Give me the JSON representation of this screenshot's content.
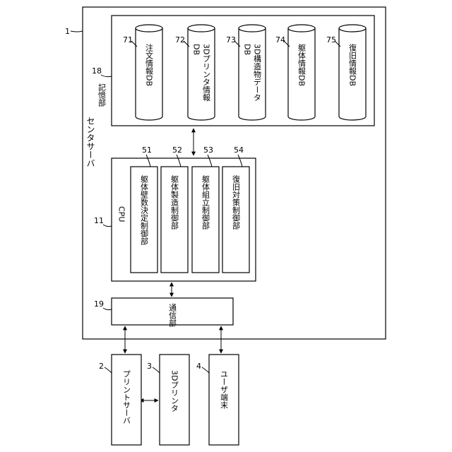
{
  "center_server": {
    "ref": "1",
    "label": "センタサーバ"
  },
  "storage": {
    "ref": "18",
    "label": "記憶部",
    "databases": [
      {
        "ref": "71",
        "lines": [
          "注文情報DB"
        ]
      },
      {
        "ref": "72",
        "lines": [
          "3Dプリンタ情報",
          "DB"
        ]
      },
      {
        "ref": "73",
        "lines": [
          "3D構造物データ",
          "DB"
        ]
      },
      {
        "ref": "74",
        "lines": [
          "躯体情報DB"
        ]
      },
      {
        "ref": "75",
        "lines": [
          "復旧情報DB"
        ]
      }
    ]
  },
  "cpu": {
    "ref": "11",
    "label": "CPU",
    "units": [
      {
        "ref": "51",
        "label": "躯体壁数決定制御部"
      },
      {
        "ref": "52",
        "label": "躯体製造制御部"
      },
      {
        "ref": "53",
        "label": "躯体組立制御部"
      },
      {
        "ref": "54",
        "label": "復旧対策制御部"
      }
    ]
  },
  "communication": {
    "ref": "19",
    "label": "通信部"
  },
  "external": [
    {
      "ref": "2",
      "label": "プリントサーバ"
    },
    {
      "ref": "3",
      "label": "3Dプリンタ"
    },
    {
      "ref": "4",
      "label": "ユーザ端末"
    }
  ]
}
